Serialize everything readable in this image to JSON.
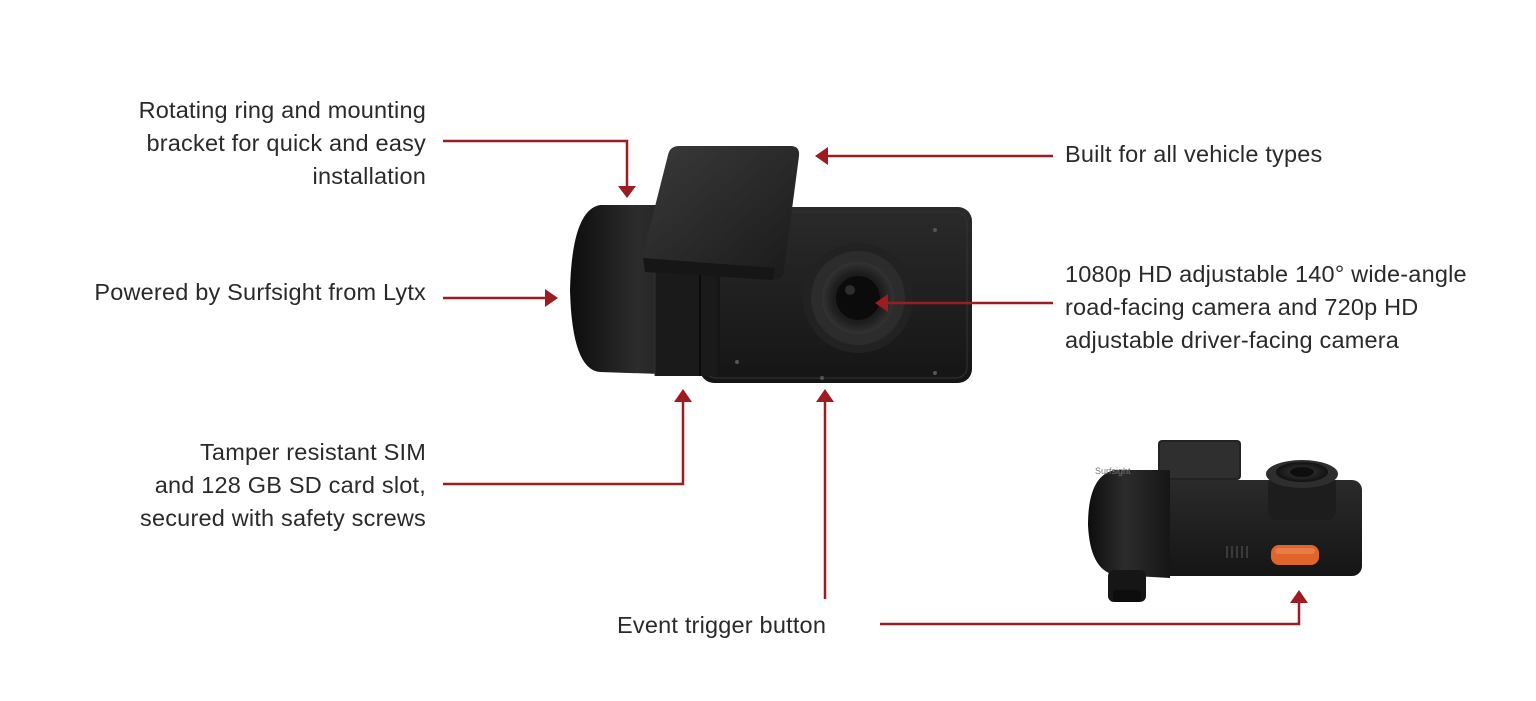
{
  "callouts": {
    "rotating_ring": [
      "Rotating ring and mounting",
      "bracket for quick and easy",
      "installation"
    ],
    "powered_by": [
      "Powered by Surfsight from Lytx"
    ],
    "tamper_resistant": [
      "Tamper resistant SIM",
      "and 128 GB SD card slot,",
      "secured with safety screws"
    ],
    "built_for": [
      "Built for all vehicle types"
    ],
    "camera_spec": [
      "1080p HD adjustable 140° wide-angle",
      "road-facing camera and 720p HD",
      "adjustable driver-facing camera"
    ],
    "event_trigger": [
      "Event trigger button"
    ]
  },
  "device_brand_text": "Surfsight",
  "colors": {
    "arrow": "#9c1c22",
    "text": "#2a2a2a",
    "device_body": "#1f1f1f",
    "event_button": "#e0652a"
  }
}
